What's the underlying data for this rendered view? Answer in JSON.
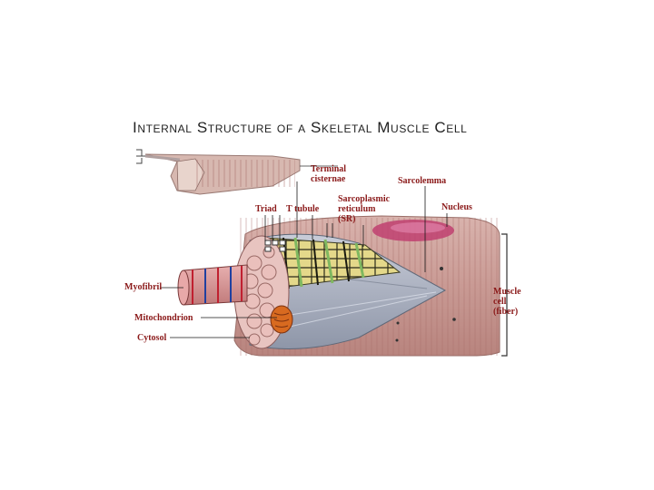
{
  "diagram": {
    "title": "Internal Structure of a Skeletal Muscle Cell",
    "labels": {
      "terminal_cisternae": [
        "Terminal",
        "cisternae"
      ],
      "sarcolemma": "Sarcolemma",
      "sarcoplasmic_reticulum": [
        "Sarcoplasmic",
        "reticulum",
        "(SR)"
      ],
      "nucleus": "Nucleus",
      "triad": "Triad",
      "t_tubule": "T tubule",
      "myofibril": "Myofibril",
      "mitochondrion": "Mitochondrion",
      "cytosol": "Cytosol",
      "muscle_cell": [
        "Muscle",
        "cell",
        "(fiber)"
      ]
    },
    "colors": {
      "label_red": "#8b1a1a",
      "title_text": "#222222",
      "leader_line": "#1a1a1a",
      "fiber_pink": "#c89090",
      "fiber_stripe": "#d8a8a0",
      "sr_green": "#7fb860",
      "sr_yellow": "#d8c870",
      "myofibril_red": "#c02030",
      "myofibril_blue": "#2040a0",
      "mitochondrion_orange": "#d86a20",
      "cytoplasm_gray": "#a8b0c0",
      "nucleus_magenta": "#c04070"
    }
  }
}
